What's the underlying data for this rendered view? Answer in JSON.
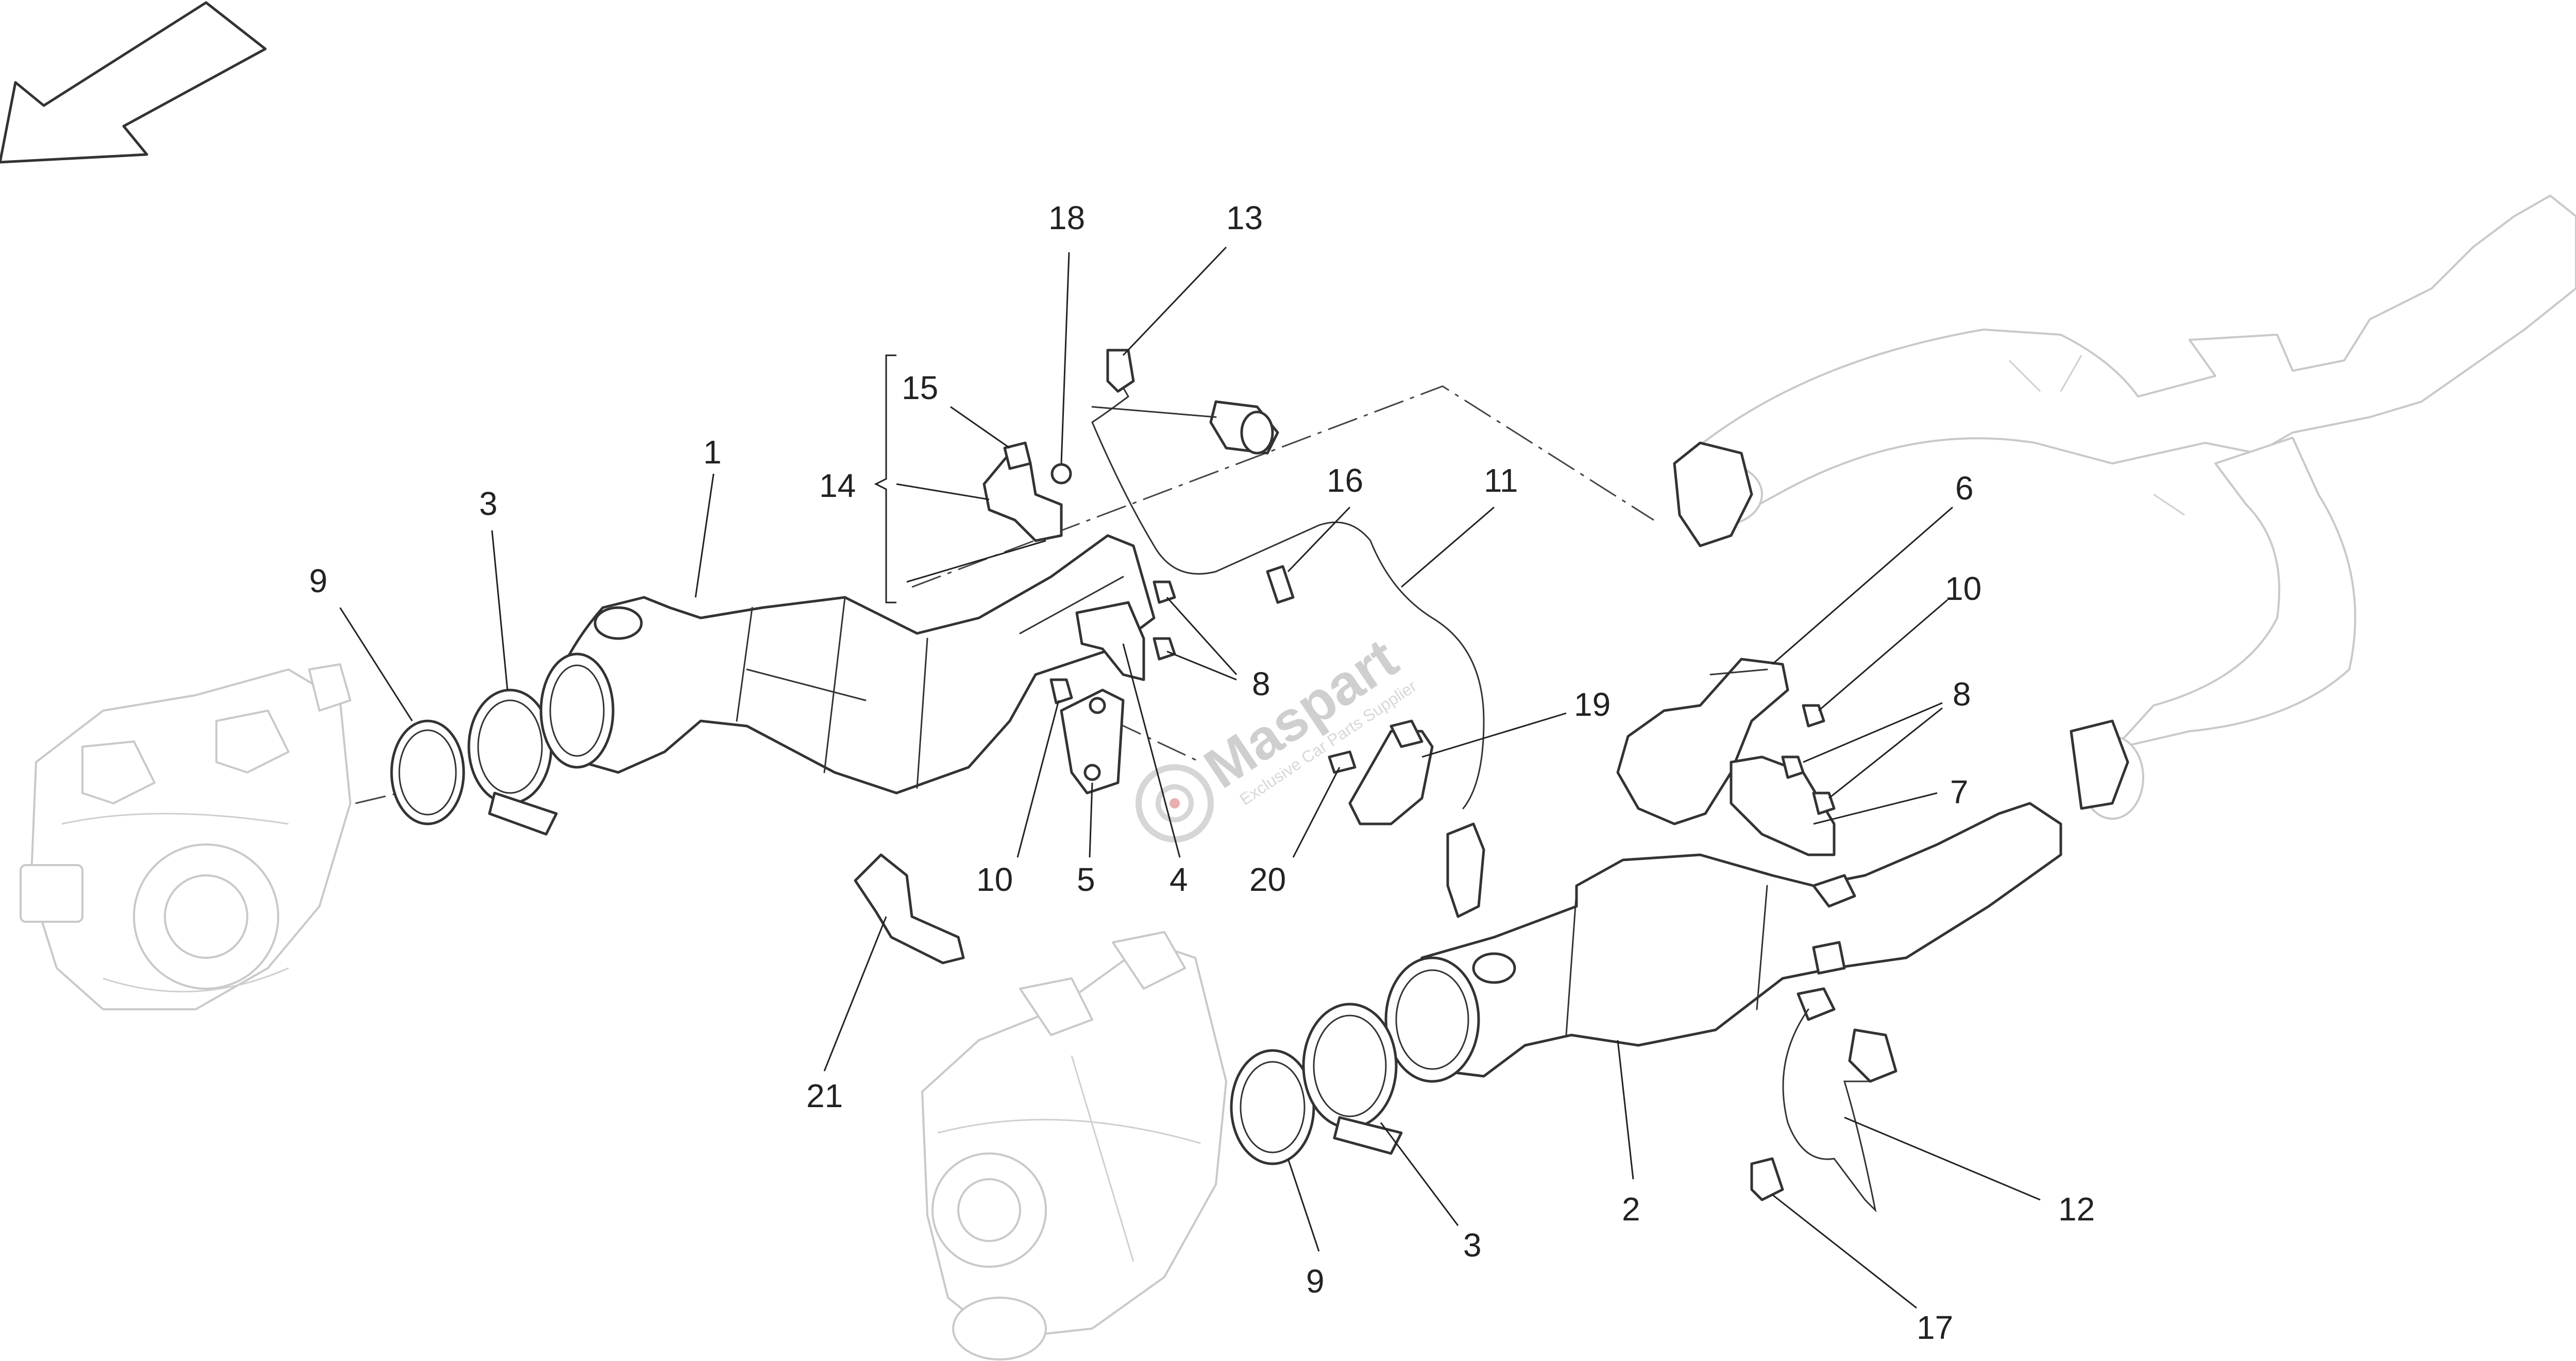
{
  "callouts": [
    {
      "id": "c1",
      "label": "1"
    },
    {
      "id": "c2",
      "label": "2"
    },
    {
      "id": "c3a",
      "label": "3"
    },
    {
      "id": "c3b",
      "label": "3"
    },
    {
      "id": "c4",
      "label": "4"
    },
    {
      "id": "c5",
      "label": "5"
    },
    {
      "id": "c6",
      "label": "6"
    },
    {
      "id": "c7",
      "label": "7"
    },
    {
      "id": "c8a",
      "label": "8"
    },
    {
      "id": "c8b",
      "label": "8"
    },
    {
      "id": "c9a",
      "label": "9"
    },
    {
      "id": "c9b",
      "label": "9"
    },
    {
      "id": "c10a",
      "label": "10"
    },
    {
      "id": "c10b",
      "label": "10"
    },
    {
      "id": "c11",
      "label": "11"
    },
    {
      "id": "c12",
      "label": "12"
    },
    {
      "id": "c13",
      "label": "13"
    },
    {
      "id": "c14",
      "label": "14"
    },
    {
      "id": "c15",
      "label": "15"
    },
    {
      "id": "c16",
      "label": "16"
    },
    {
      "id": "c17",
      "label": "17"
    },
    {
      "id": "c18",
      "label": "18"
    },
    {
      "id": "c19",
      "label": "19"
    },
    {
      "id": "c20",
      "label": "20"
    },
    {
      "id": "c21",
      "label": "21"
    }
  ],
  "watermark": {
    "brand": "Maspart",
    "tagline": "Exclusive Car Parts Supplier"
  },
  "icons": {
    "direction": "arrow-icon",
    "watermark": "gear-logo-icon"
  }
}
